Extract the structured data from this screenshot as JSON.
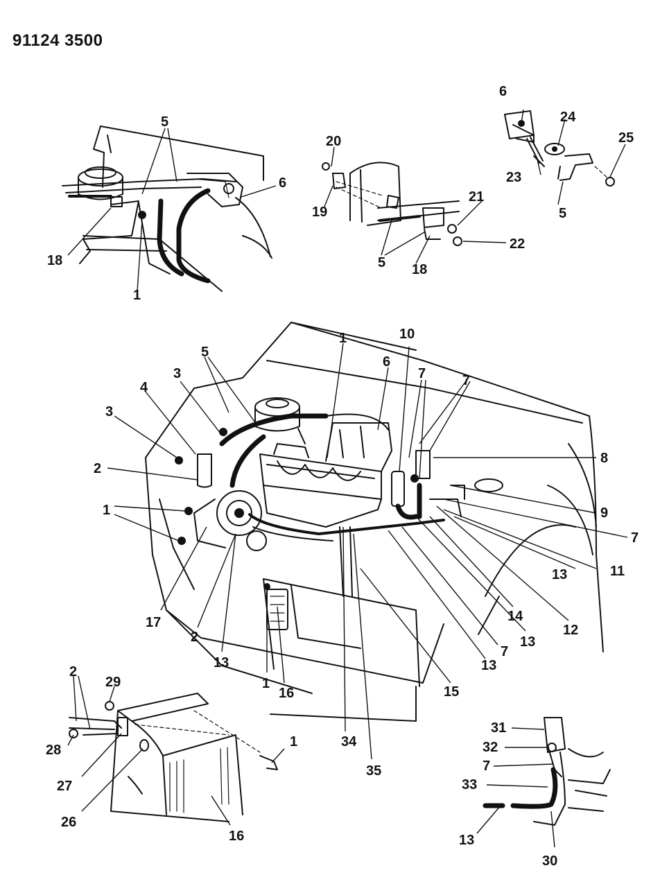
{
  "document_id": "91124 3500",
  "callouts": [
    {
      "id": "c5a",
      "text": "5"
    },
    {
      "id": "c6a",
      "text": "6"
    },
    {
      "id": "c18a",
      "text": "18"
    },
    {
      "id": "c1a",
      "text": "1"
    },
    {
      "id": "c20",
      "text": "20"
    },
    {
      "id": "c19",
      "text": "19"
    },
    {
      "id": "c21",
      "text": "21"
    },
    {
      "id": "c22",
      "text": "22"
    },
    {
      "id": "c5b",
      "text": "5"
    },
    {
      "id": "c18b",
      "text": "18"
    },
    {
      "id": "c6b",
      "text": "6"
    },
    {
      "id": "c24",
      "text": "24"
    },
    {
      "id": "c25",
      "text": "25"
    },
    {
      "id": "c23",
      "text": "23"
    },
    {
      "id": "c5c",
      "text": "5"
    },
    {
      "id": "c1b",
      "text": "1"
    },
    {
      "id": "c10",
      "text": "10"
    },
    {
      "id": "c5d",
      "text": "5"
    },
    {
      "id": "c6c",
      "text": "6"
    },
    {
      "id": "c7a",
      "text": "7"
    },
    {
      "id": "c7b",
      "text": "7"
    },
    {
      "id": "c3a",
      "text": "3"
    },
    {
      "id": "c4",
      "text": "4"
    },
    {
      "id": "c3b",
      "text": "3"
    },
    {
      "id": "c8",
      "text": "8"
    },
    {
      "id": "c2a",
      "text": "2"
    },
    {
      "id": "c9",
      "text": "9"
    },
    {
      "id": "c1c",
      "text": "1"
    },
    {
      "id": "c7c",
      "text": "7"
    },
    {
      "id": "c13a",
      "text": "13"
    },
    {
      "id": "c11",
      "text": "11"
    },
    {
      "id": "c17",
      "text": "17"
    },
    {
      "id": "c2b",
      "text": "2"
    },
    {
      "id": "c14",
      "text": "14"
    },
    {
      "id": "c12",
      "text": "12"
    },
    {
      "id": "c13b",
      "text": "13"
    },
    {
      "id": "c7d",
      "text": "7"
    },
    {
      "id": "c13c",
      "text": "13"
    },
    {
      "id": "c13d",
      "text": "13"
    },
    {
      "id": "c1d",
      "text": "1"
    },
    {
      "id": "c16a",
      "text": "16"
    },
    {
      "id": "c15",
      "text": "15"
    },
    {
      "id": "c2c",
      "text": "2"
    },
    {
      "id": "c29",
      "text": "29"
    },
    {
      "id": "c28",
      "text": "28"
    },
    {
      "id": "c1e",
      "text": "1"
    },
    {
      "id": "c27",
      "text": "27"
    },
    {
      "id": "c26",
      "text": "26"
    },
    {
      "id": "c16b",
      "text": "16"
    },
    {
      "id": "c34",
      "text": "34"
    },
    {
      "id": "c35",
      "text": "35"
    },
    {
      "id": "c31",
      "text": "31"
    },
    {
      "id": "c32",
      "text": "32"
    },
    {
      "id": "c7e",
      "text": "7"
    },
    {
      "id": "c33",
      "text": "33"
    },
    {
      "id": "c13e",
      "text": "13"
    },
    {
      "id": "c30",
      "text": "30"
    }
  ]
}
